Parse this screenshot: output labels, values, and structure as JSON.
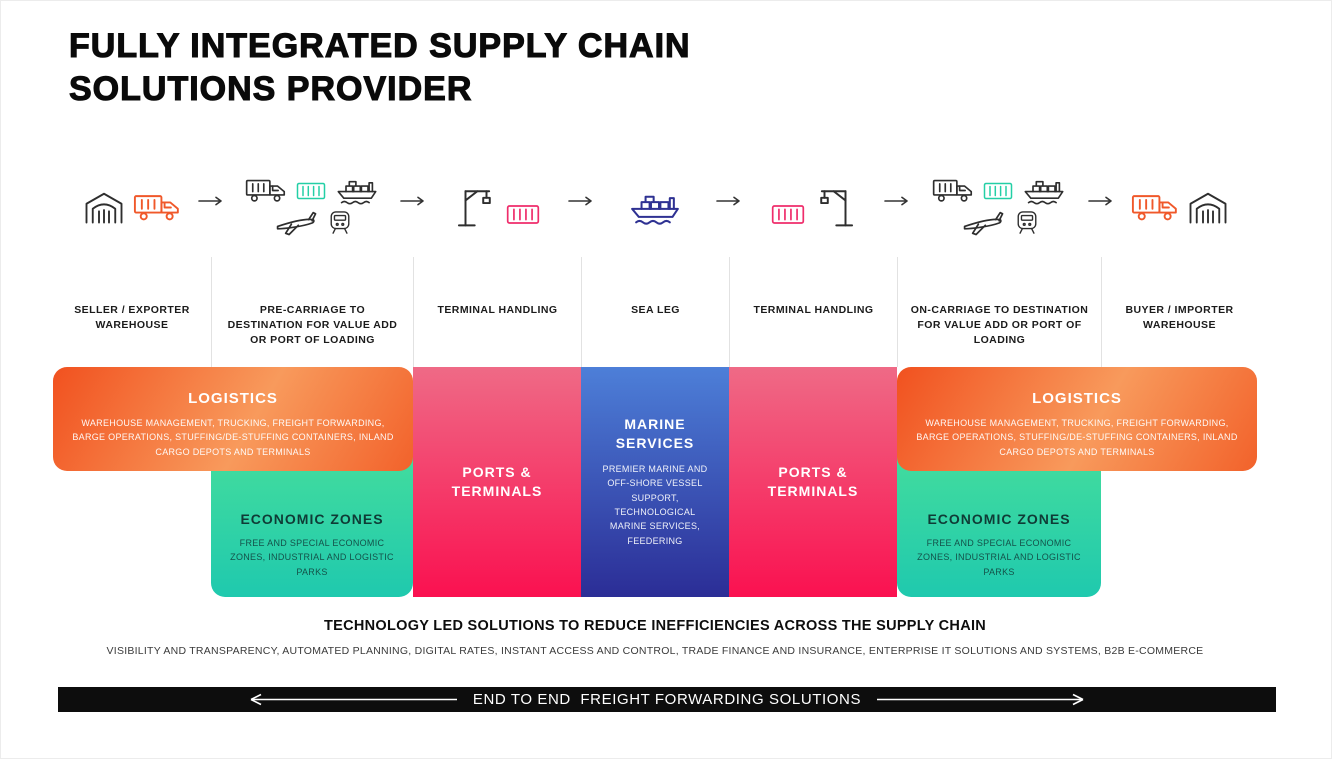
{
  "title": {
    "line1": "FULLY INTEGRATED SUPPLY CHAIN",
    "line2": "SOLUTIONS PROVIDER"
  },
  "stages": [
    {
      "label": "SELLER / EXPORTER WAREHOUSE",
      "icons": [
        "warehouse-icon",
        "container-truck-icon"
      ]
    },
    {
      "label": "PRE-CARRIAGE TO DESTINATION FOR VALUE ADD OR PORT OF LOADING",
      "icons": [
        "truck-icon",
        "container-icon",
        "ship-icon",
        "plane-icon",
        "train-icon"
      ]
    },
    {
      "label": "TERMINAL HANDLING",
      "icons": [
        "crane-icon",
        "container-icon"
      ]
    },
    {
      "label": "SEA LEG",
      "icons": [
        "ship-icon"
      ]
    },
    {
      "label": "TERMINAL HANDLING",
      "icons": [
        "container-icon",
        "crane-icon"
      ]
    },
    {
      "label": "ON-CARRIAGE TO DESTINATION FOR VALUE ADD OR PORT OF LOADING",
      "icons": [
        "truck-icon",
        "container-icon",
        "ship-icon",
        "plane-icon",
        "train-icon"
      ]
    },
    {
      "label": "BUYER / IMPORTER WAREHOUSE",
      "icons": [
        "container-truck-icon",
        "warehouse-icon"
      ]
    }
  ],
  "blocks": {
    "logistics_left": {
      "title": "LOGISTICS",
      "description": "WAREHOUSE MANAGEMENT, TRUCKING, FREIGHT FORWARDING, BARGE OPERATIONS, STUFFING/DE-STUFFING CONTAINERS, INLAND CARGO DEPOTS AND TERMINALS"
    },
    "economic_zones_left": {
      "title": "ECONOMIC ZONES",
      "description": "FREE AND SPECIAL ECONOMIC ZONES, INDUSTRIAL AND LOGISTIC PARKS"
    },
    "ports_terminals_left": {
      "title": "PORTS & TERMINALS"
    },
    "marine_services": {
      "title": "MARINE SERVICES",
      "description": "PREMIER MARINE AND OFF-SHORE VESSEL SUPPORT, TECHNOLOGICAL MARINE SERVICES, FEEDERING"
    },
    "ports_terminals_right": {
      "title": "PORTS & TERMINALS"
    },
    "logistics_right": {
      "title": "LOGISTICS",
      "description": "WAREHOUSE MANAGEMENT, TRUCKING, FREIGHT FORWARDING, BARGE OPERATIONS, STUFFING/DE-STUFFING CONTAINERS, INLAND CARGO DEPOTS AND TERMINALS"
    },
    "economic_zones_right": {
      "title": "ECONOMIC ZONES",
      "description": "FREE AND SPECIAL ECONOMIC ZONES, INDUSTRIAL AND LOGISTIC PARKS"
    }
  },
  "technology": {
    "heading": "TECHNOLOGY LED SOLUTIONS TO REDUCE INEFFICIENCIES ACROSS THE SUPPLY CHAIN",
    "details": "VISIBILITY AND TRANSPARENCY, AUTOMATED PLANNING, DIGITAL RATES, INSTANT ACCESS AND CONTROL, TRADE FINANCE AND INSURANCE, ENTERPRISE IT SOLUTIONS AND SYSTEMS, B2B E-COMMERCE"
  },
  "footer_bar": {
    "label": "END TO END  FREIGHT FORWARDING SOLUTIONS"
  },
  "colors": {
    "orange_start": "#f1511f",
    "orange_end": "#f89a5c",
    "teal_start": "#4ae09a",
    "teal_end": "#1fc9ae",
    "pink_start": "#ef6a86",
    "pink_end": "#fa1150",
    "blue_start": "#4d7fd8",
    "blue_end": "#2b2d96",
    "footer_bar": "#0d0d0d",
    "accent_orange_icon": "#f0582a",
    "accent_teal_icon": "#23cfa6",
    "accent_pink_icon": "#ef2d6b",
    "accent_navy_icon": "#2e3192"
  }
}
